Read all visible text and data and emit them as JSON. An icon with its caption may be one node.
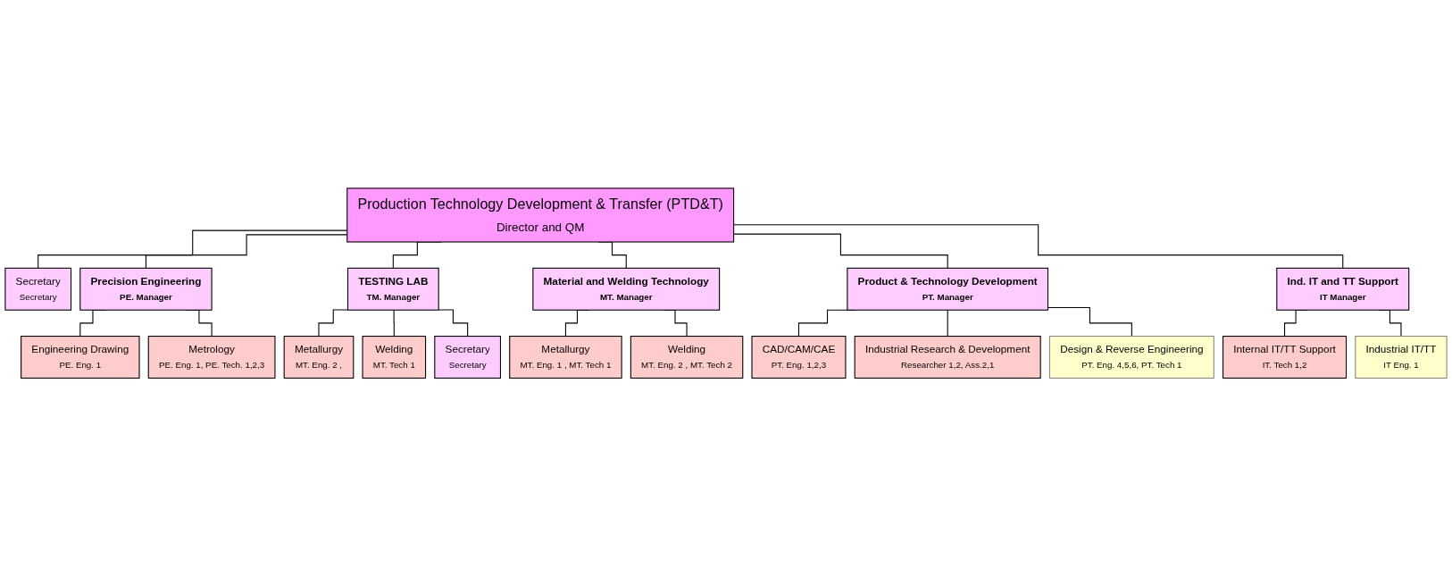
{
  "diagram": {
    "nodes": [
      {
        "text": [
          "Production Technology Development & Transfer (PTD&T)",
          "Director and QM"
        ]
      },
      {
        "text": [
          "Secretary",
          "Secretary"
        ]
      },
      {
        "text": [
          "Precision Engineering",
          "PE. Manager"
        ]
      },
      {
        "text": [
          "TESTING LAB",
          "TM. Manager"
        ]
      },
      {
        "text": [
          "Material and Welding Technology",
          "MT. Manager"
        ]
      },
      {
        "text": [
          "Product & Technology Development",
          "PT. Manager"
        ]
      },
      {
        "text": [
          "Ind. IT and TT Support",
          "IT Manager"
        ]
      },
      {
        "text": [
          "Engineering Drawing",
          "PE. Eng. 1"
        ]
      },
      {
        "text": [
          "Metrology",
          "PE. Eng. 1,   PE. Tech. 1,2,3"
        ]
      },
      {
        "text": [
          "Metallurgy",
          "MT. Eng. 2 ,"
        ]
      },
      {
        "text": [
          "Welding",
          "MT. Tech 1"
        ]
      },
      {
        "text": [
          "Secretary",
          "Secretary"
        ]
      },
      {
        "text": [
          "Metallurgy",
          "MT. Eng. 1 , MT. Tech 1"
        ]
      },
      {
        "text": [
          "Welding",
          "MT. Eng. 2 , MT. Tech 2"
        ]
      },
      {
        "text": [
          "CAD/CAM/CAE",
          "PT. Eng. 1,2,3"
        ]
      },
      {
        "text": [
          "Industrial Research & Development",
          "Researcher 1,2, Ass.2,1"
        ]
      },
      {
        "text": [
          "Design & Reverse Engineering",
          "PT. Eng. 4,5,6, PT. Tech 1"
        ]
      },
      {
        "text": [
          "Internal IT/TT Support",
          "IT. Tech 1,2"
        ]
      },
      {
        "text": [
          "Industrial IT/TT",
          "IT Eng. 1"
        ]
      }
    ],
    "edges": [
      {
        "from": 0,
        "to": 1,
        "arrow": "none"
      },
      {
        "from": 0,
        "to": 2,
        "arrow": "none"
      },
      {
        "from": 0,
        "to": 3,
        "arrow": "none"
      },
      {
        "from": 0,
        "to": 4,
        "arrow": "none"
      },
      {
        "from": 0,
        "to": 5,
        "arrow": "none"
      },
      {
        "from": 0,
        "to": 6,
        "arrow": "none"
      },
      {
        "from": 2,
        "to": 7,
        "arrow": "none"
      },
      {
        "from": 2,
        "to": 8,
        "arrow": "none"
      },
      {
        "from": 3,
        "to": 9,
        "arrow": "none"
      },
      {
        "from": 3,
        "to": 10,
        "arrow": "none"
      },
      {
        "from": 3,
        "to": 11,
        "arrow": "none"
      },
      {
        "from": 4,
        "to": 12,
        "arrow": "none"
      },
      {
        "from": 4,
        "to": 13,
        "arrow": "none"
      },
      {
        "from": 5,
        "to": 14,
        "arrow": "none"
      },
      {
        "from": 5,
        "to": 15,
        "arrow": "none"
      },
      {
        "from": 5,
        "to": 16,
        "arrow": "none"
      },
      {
        "from": 6,
        "to": 17,
        "arrow": "none"
      },
      {
        "from": 6,
        "to": 18,
        "arrow": "none"
      }
    ]
  }
}
